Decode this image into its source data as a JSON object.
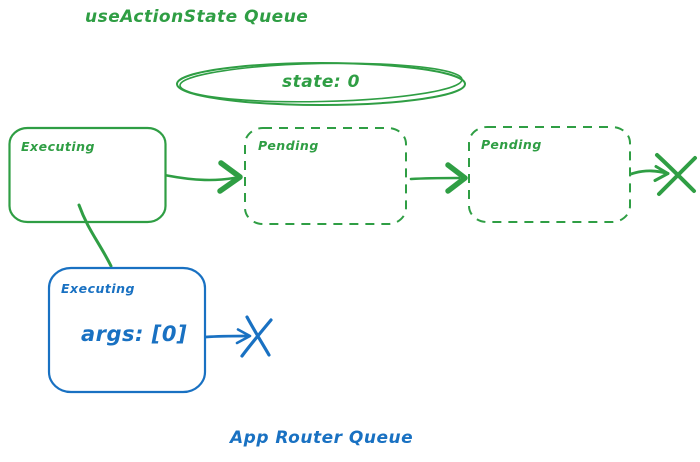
{
  "diagram": {
    "background": "#ffffff",
    "colors": {
      "green_accent": "#2f9e44",
      "blue_accent": "#1971c2"
    },
    "top_queue": {
      "title": "useActionState Queue",
      "state_bubble": {
        "shape": "ellipse",
        "label": "state: 0"
      },
      "nodes": [
        {
          "label": "Executing",
          "border": "solid"
        },
        {
          "label": "Pending",
          "border": "dashed"
        },
        {
          "label": "Pending",
          "border": "dashed"
        }
      ],
      "terminator_icon": "x-mark"
    },
    "bottom_queue": {
      "title": "App Router Queue",
      "node": {
        "label": "Executing",
        "value": "args: [0]",
        "border": "solid"
      },
      "terminator_icon": "x-mark"
    }
  }
}
